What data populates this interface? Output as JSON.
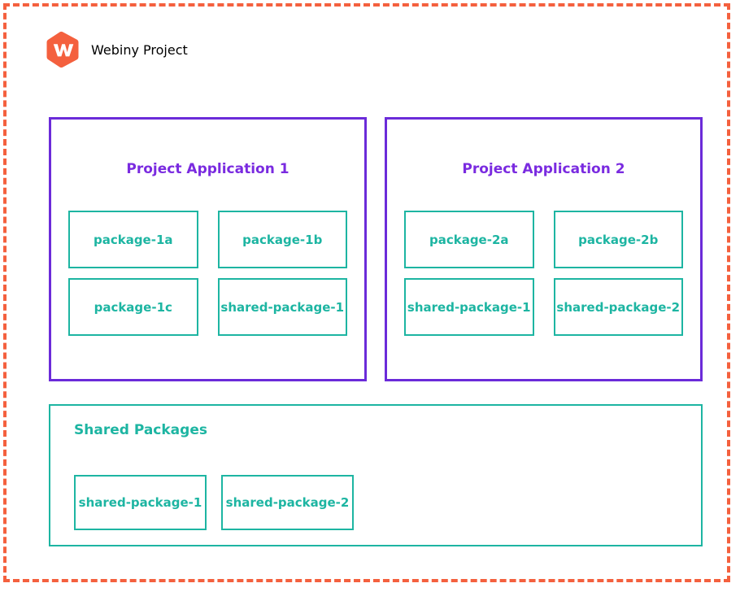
{
  "header": {
    "logo_icon": "webiny-hexagon-logo-icon",
    "title": "Webiny Project",
    "brand_color": "#F4603E"
  },
  "colors": {
    "boundary_dashed": "#F4603E",
    "application_border": "#6B2BD9",
    "application_title": "#7A2BE0",
    "package_border": "#1DB5A2",
    "package_text": "#1DB5A2",
    "background": "#FFFFFF"
  },
  "applications": [
    {
      "title": "Project Application 1",
      "packages": [
        {
          "label": "package-1a"
        },
        {
          "label": "package-1b"
        },
        {
          "label": "package-1c"
        },
        {
          "label": "shared-package-1"
        }
      ]
    },
    {
      "title": "Project Application 2",
      "packages": [
        {
          "label": "package-2a"
        },
        {
          "label": "package-2b"
        },
        {
          "label": "shared-package-1"
        },
        {
          "label": "shared-package-2"
        }
      ]
    }
  ],
  "shared_packages": {
    "title": "Shared Packages",
    "packages": [
      {
        "label": "shared-package-1"
      },
      {
        "label": "shared-package-2"
      }
    ]
  }
}
